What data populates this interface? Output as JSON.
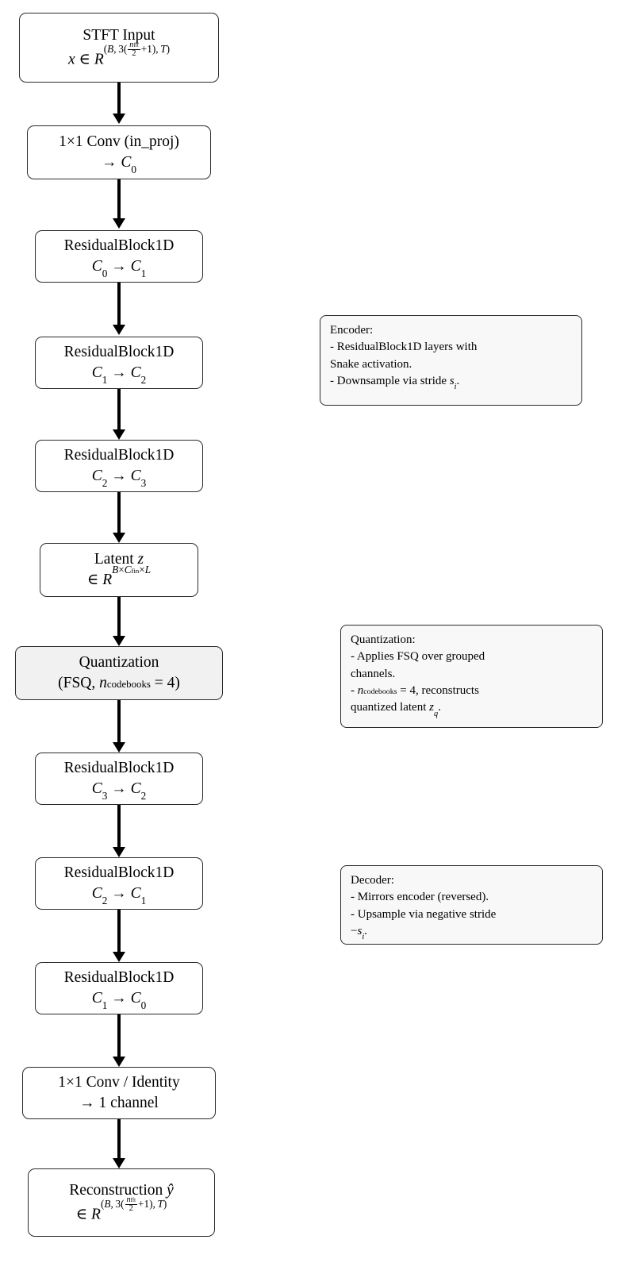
{
  "diagram": {
    "title": "STFT FSQ Autoencoder Architecture",
    "background": "#ffffff",
    "line_color": "#000000",
    "box_fill": "#ffffff",
    "shaded_fill": "#f1f1f1",
    "note_fill": "#f8f8f8"
  },
  "nodes": [
    {
      "id": "stft-input",
      "line1": "STFT Input",
      "line2_plain": "x ∈ R^(B, 3(n_fft/2 +1), T)",
      "shaded": false
    },
    {
      "id": "in-proj",
      "line1": "1×1 Conv (in_proj)",
      "line2_plain": "→ C_0",
      "shaded": false
    },
    {
      "id": "enc-block-1",
      "line1": "ResidualBlock1D",
      "line2_plain": "C_0 → C_1",
      "shaded": false
    },
    {
      "id": "enc-block-2",
      "line1": "ResidualBlock1D",
      "line2_plain": "C_1 → C_2",
      "shaded": false
    },
    {
      "id": "enc-block-3",
      "line1": "ResidualBlock1D",
      "line2_plain": "C_2 → C_3",
      "shaded": false
    },
    {
      "id": "latent",
      "line1": "Latent z",
      "line2_plain": "∈ R^(B × C_fin × L)",
      "shaded": false
    },
    {
      "id": "quantization",
      "line1": "Quantization",
      "line2_plain": "(FSQ, n_codebooks = 4)",
      "shaded": true
    },
    {
      "id": "dec-block-1",
      "line1": "ResidualBlock1D",
      "line2_plain": "C_3 → C_2",
      "shaded": false
    },
    {
      "id": "dec-block-2",
      "line1": "ResidualBlock1D",
      "line2_plain": "C_2 → C_1",
      "shaded": false
    },
    {
      "id": "dec-block-3",
      "line1": "ResidualBlock1D",
      "line2_plain": "C_1 → C_0",
      "shaded": false
    },
    {
      "id": "out-proj",
      "line1": "1×1 Conv / Identity",
      "line2_plain": "→ 1 channel",
      "shaded": false
    },
    {
      "id": "reconstruction",
      "line1": "Reconstruction ŷ",
      "line2_plain": "∈ R^(B, 3(n_fft/2 +1), T)",
      "shaded": false
    }
  ],
  "notes": [
    {
      "id": "encoder-note",
      "lines": [
        "Encoder:",
        "- ResidualBlock1D layers with",
        "Snake activation.",
        "- Downsample via stride s_i."
      ]
    },
    {
      "id": "quantization-note",
      "lines": [
        "Quantization:",
        "- Applies FSQ over grouped",
        "channels.",
        "- n_codebooks = 4, reconstructs",
        "quantized latent z_q."
      ]
    },
    {
      "id": "decoder-note",
      "lines": [
        "Decoder:",
        "- Mirrors encoder (reversed).",
        "- Upsample via negative stride",
        "-s_i."
      ]
    }
  ],
  "arrow_count": 11
}
